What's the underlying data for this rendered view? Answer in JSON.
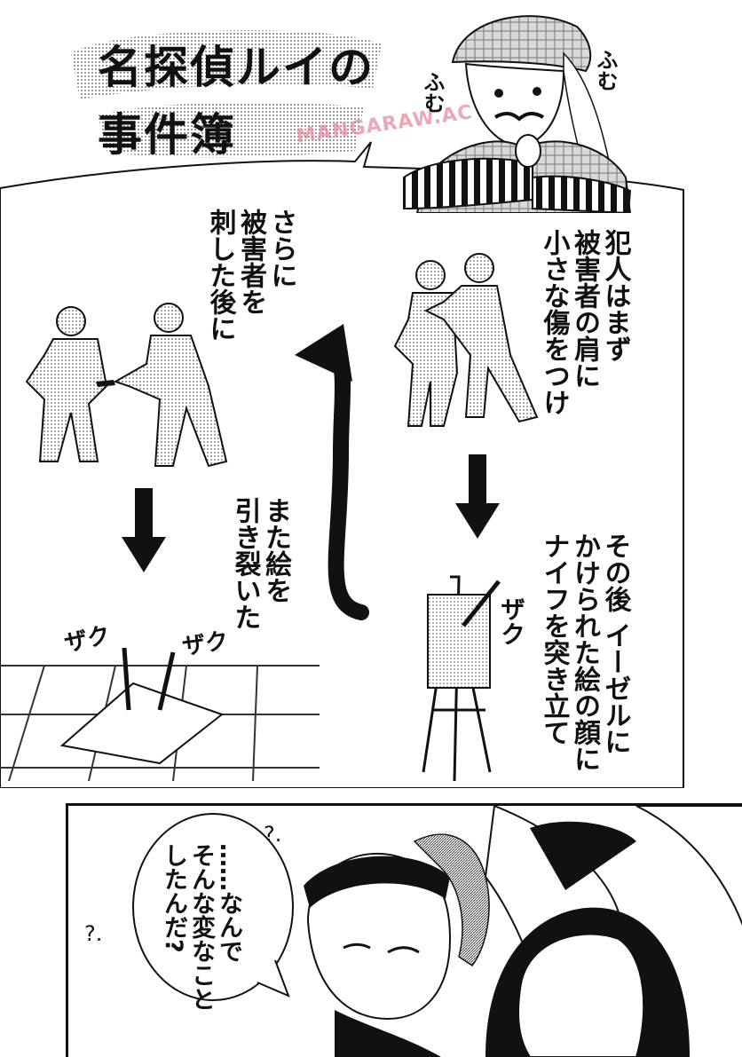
{
  "page": {
    "title_line_1": "名探偵ルイの",
    "title_line_2": "事件簿",
    "watermark": "MANGARAW.AC"
  },
  "detective": {
    "sfx_fumu_1": "ふむ",
    "sfx_fumu_2": "ふむ"
  },
  "diagram": {
    "caption_step1": "犯人はまず\n被害者の肩に\n小さな傷をつけ",
    "caption_step2": "その後 イーゼルに\nかけられた絵の顔に\nナイフを突き立て",
    "caption_step3": "さらに\n被害者を\n刺した後に",
    "caption_step4": "また絵を\n引き裂いた",
    "sfx_zaku_1": "ザク",
    "sfx_zaku_2": "ザク",
    "sfx_zaku_3": "ザク"
  },
  "panel2": {
    "speech": "……なんで\nそんな変なこと\nしたんだ?",
    "sfx_q1": "?.",
    "sfx_q2": "?."
  },
  "colors": {
    "ink": "#111111",
    "tone": "#bdbdbd",
    "watermark": "#e88aa0"
  }
}
